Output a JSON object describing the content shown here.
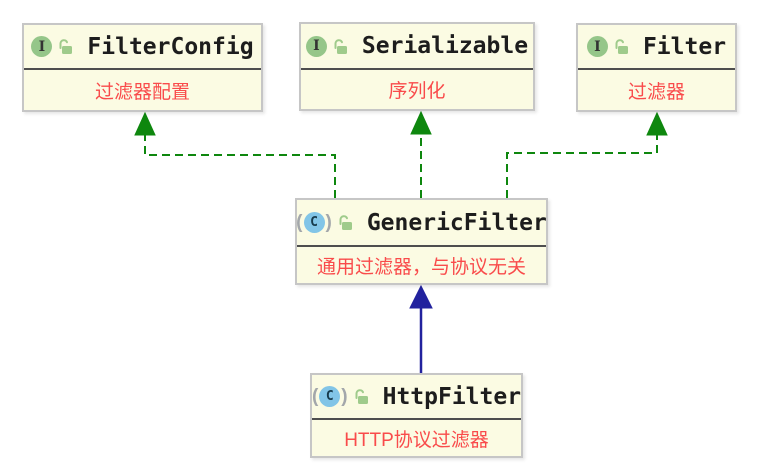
{
  "diagram_type": "uml-class-diagram",
  "nodes": {
    "filterconfig": {
      "stereotype": "interface",
      "badge_letter": "I",
      "name": "FilterConfig",
      "comment": "过滤器配置"
    },
    "serializable": {
      "stereotype": "interface",
      "badge_letter": "I",
      "name": "Serializable",
      "comment": "序列化"
    },
    "filter": {
      "stereotype": "interface",
      "badge_letter": "I",
      "name": "Filter",
      "comment": "过滤器"
    },
    "genericfilter": {
      "stereotype": "class",
      "badge_letter": "C",
      "name": "GenericFilter",
      "comment": "通用过滤器，与协议无关"
    },
    "httpfilter": {
      "stereotype": "class",
      "badge_letter": "C",
      "name": "HttpFilter",
      "comment": "HTTP协议过滤器"
    }
  },
  "edges": [
    {
      "from": "GenericFilter",
      "to": "FilterConfig",
      "type": "realization",
      "style": "dashed",
      "color": "#0E870E"
    },
    {
      "from": "GenericFilter",
      "to": "Serializable",
      "type": "realization",
      "style": "dashed",
      "color": "#0E870E"
    },
    {
      "from": "GenericFilter",
      "to": "Filter",
      "type": "realization",
      "style": "dashed",
      "color": "#0E870E"
    },
    {
      "from": "HttpFilter",
      "to": "GenericFilter",
      "type": "generalization",
      "style": "solid",
      "color": "#22229E"
    }
  ],
  "colors": {
    "background": "#FFFFFF",
    "box_fill": "#FBFBE3",
    "box_border": "#C6C6C6",
    "separator": "#4E4E4E",
    "name_text": "#1D1D1D",
    "comment_text": "#F94B4B",
    "interface_icon": "#95C689",
    "lock_icon": "#9FCB8B",
    "class_icon": "#82C5E7",
    "paren": "#A3A7AB",
    "realization_green": "#0E870E",
    "extends_blue": "#22229E"
  }
}
